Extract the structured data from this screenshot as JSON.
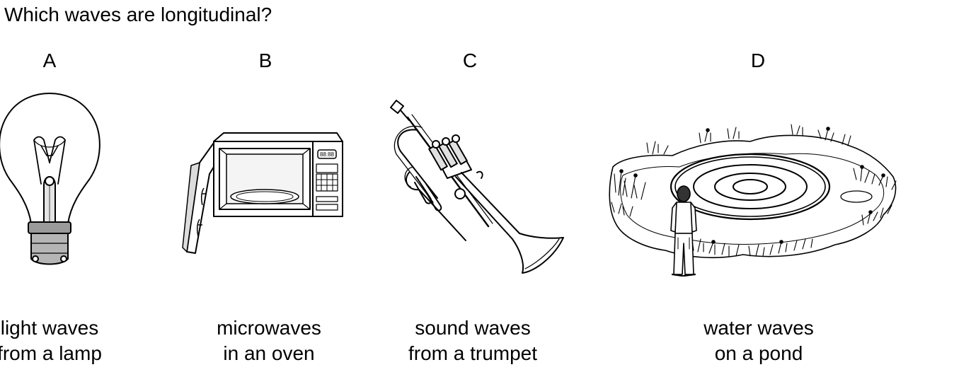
{
  "question": "Which waves are longitudinal?",
  "options": [
    {
      "letter": "A",
      "caption_line1": "light waves",
      "caption_line2": "from a lamp",
      "icon": "light-bulb-icon"
    },
    {
      "letter": "B",
      "caption_line1": "microwaves",
      "caption_line2": "in an oven",
      "icon": "microwave-oven-icon",
      "display_text": "88:88"
    },
    {
      "letter": "C",
      "caption_line1": "sound waves",
      "caption_line2": "from a trumpet",
      "icon": "trumpet-icon"
    },
    {
      "letter": "D",
      "caption_line1": "water waves",
      "caption_line2": "on a pond",
      "icon": "pond-ripples-icon"
    }
  ]
}
